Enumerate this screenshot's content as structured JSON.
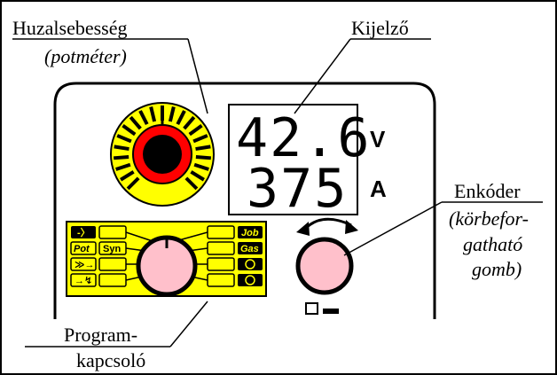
{
  "labels": {
    "wire_speed_title": "Huzalsebesség",
    "wire_speed_sub": "(potméter)",
    "display_title": "Kijelző",
    "encoder_title": "Enkóder",
    "encoder_sub1": "(körbefor-",
    "encoder_sub2": "gatható",
    "encoder_sub3": "gomb)",
    "program_title1": "Program-",
    "program_title2": "kapcsoló"
  },
  "display": {
    "voltage_value": "42.6",
    "voltage_unit": "V",
    "current_value": "375",
    "current_unit": "A"
  },
  "program_buttons": {
    "syn": "Syn",
    "pot": "Pot",
    "job": "Job",
    "gas": "Gas"
  },
  "colors": {
    "panel_yellow": "#ffff00",
    "knob_red": "#ff0000",
    "knob_pink": "#ffc0cb",
    "ink": "#000000"
  },
  "icons": {
    "encoder_arrow": "double-arrow-icon",
    "indicator": "square-and-bar-icon"
  }
}
